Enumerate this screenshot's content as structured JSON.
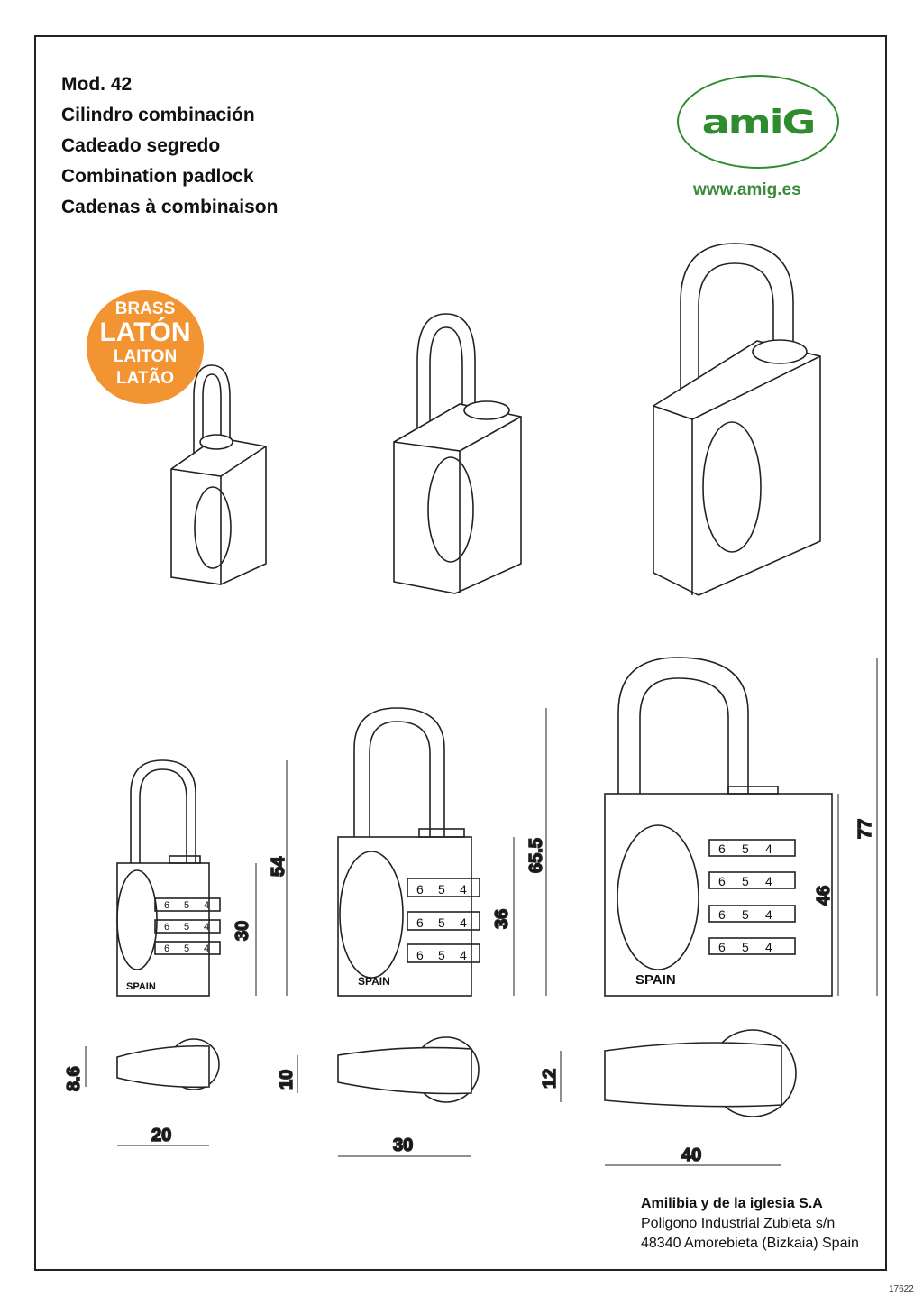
{
  "header": {
    "model": "Mod. 42",
    "lines": [
      "Cilindro combinación",
      "Cadeado segredo",
      "Combination padlock",
      "Cadenas à combinaison"
    ]
  },
  "logo": {
    "text": "amiG",
    "url": "www.amig.es",
    "color": "#2e8b2e"
  },
  "material_badge": {
    "line1": "BRASS",
    "line2": "LATÓN",
    "line3": "LAITON",
    "line4": "LATÃO",
    "color": "#f39433"
  },
  "padlocks": [
    {
      "size": "20",
      "total_height": "54",
      "body_height": "30",
      "thickness": "8.6",
      "width": "20",
      "dials": 3,
      "code": [
        "6",
        "5",
        "4"
      ],
      "mark": "SPAIN"
    },
    {
      "size": "30",
      "total_height": "65.5",
      "body_height": "36",
      "thickness": "10",
      "width": "30",
      "dials": 3,
      "code": [
        "6",
        "5",
        "4"
      ],
      "mark": "SPAIN"
    },
    {
      "size": "40",
      "total_height": "77",
      "body_height": "46",
      "thickness": "12",
      "width": "40",
      "dials": 4,
      "code": [
        "6",
        "5",
        "4"
      ],
      "mark": "SPAIN"
    }
  ],
  "company": {
    "name": "Amilibia y de la iglesia S.A",
    "address1": "Poligono Industrial Zubieta s/n",
    "address2": "48340 Amorebieta (Bizkaia) Spain"
  },
  "doc_code": "17622"
}
